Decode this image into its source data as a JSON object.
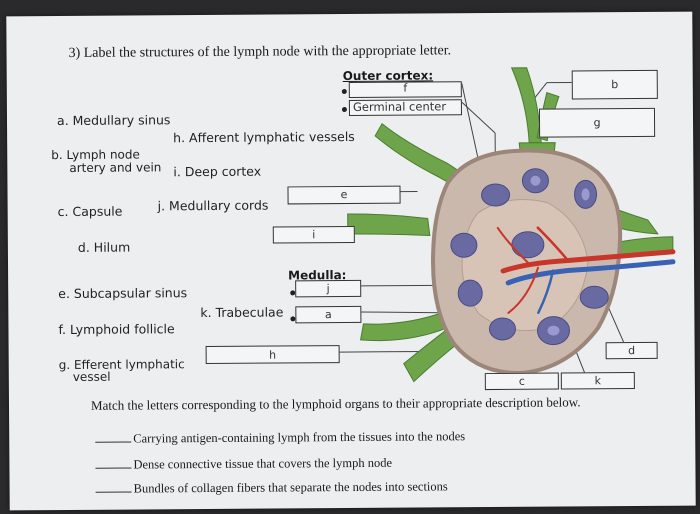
{
  "question": {
    "title": "3) Label the structures of the lymph node with the appropriate letter."
  },
  "legend": {
    "a": "a. Medullary sinus",
    "b": "b. Lymph node",
    "b2": "artery and vein",
    "c": "c. Capsule",
    "d": "d. Hilum",
    "e": "e. Subcapsular sinus",
    "f": "f. Lymphoid follicle",
    "g": "g. Efferent lymphatic",
    "g2": "vessel",
    "h": "h. Afferent lymphatic vessels",
    "i": "i. Deep cortex",
    "j": "j. Medullary cords",
    "k": "k. Trabeculae"
  },
  "diagram": {
    "outer_cortex_heading": "Outer cortex:",
    "medulla_heading": "Medulla:",
    "germinal_center": "Germinal center",
    "box_letters": {
      "f": "f",
      "b": "b",
      "g": "g",
      "e": "e",
      "i": "i",
      "j": "j",
      "a": "a",
      "h": "h",
      "d": "d",
      "c": "c",
      "k": "k"
    }
  },
  "matching": {
    "instruction": "Match the letters corresponding to the lymphoid organs to their appropriate description below.",
    "items": [
      "Carrying antigen-containing lymph from the tissues into the nodes",
      "Dense connective tissue that covers the lymph node",
      "Bundles of collagen fibers that separate the nodes into sections"
    ]
  },
  "colors": {
    "capsule_fill": "#c9b8ab",
    "follicle": "#6a6aa3",
    "vessel_green": "#6ea54a",
    "artery": "#c8362b",
    "vein": "#3a62b4"
  }
}
